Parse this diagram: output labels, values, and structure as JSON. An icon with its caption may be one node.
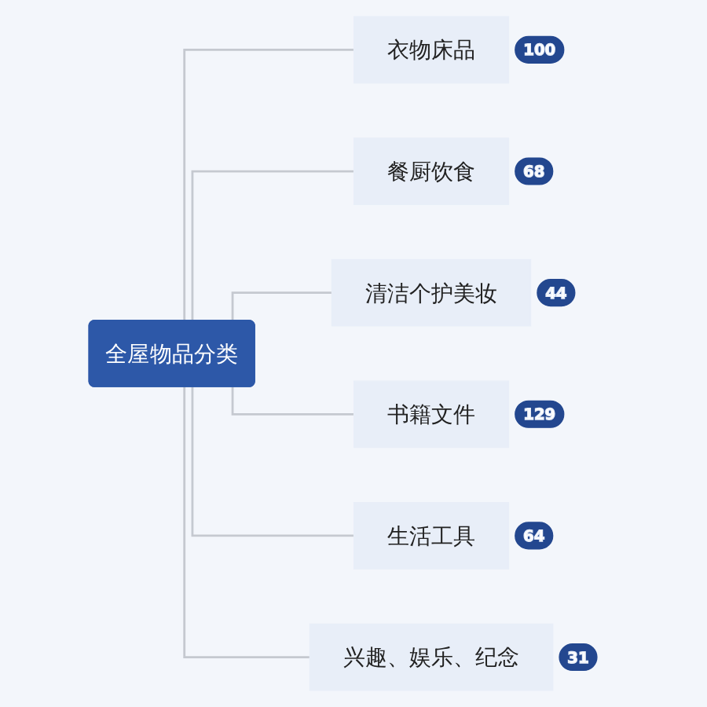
{
  "diagram": {
    "nodes": [
      {
        "text": [
          "全屋物品分类"
        ]
      },
      {
        "text": [
          "衣物床品"
        ],
        "beside": [
          "100"
        ]
      },
      {
        "text": [
          "餐厨饮食"
        ],
        "beside": [
          "68"
        ]
      },
      {
        "text": [
          "清洁个护美妆"
        ],
        "beside": [
          "44"
        ]
      },
      {
        "text": [
          "书籍文件"
        ],
        "beside": [
          "129"
        ]
      },
      {
        "text": [
          "生活工具"
        ],
        "beside": [
          "64"
        ]
      },
      {
        "text": [
          "兴趣、娱乐、纪念"
        ],
        "beside": [
          "31"
        ]
      }
    ],
    "edges": [
      {
        "from": 0,
        "to": 1,
        "arrow": "none"
      },
      {
        "from": 0,
        "to": 2,
        "arrow": "none"
      },
      {
        "from": 0,
        "to": 3,
        "arrow": "none"
      },
      {
        "from": 0,
        "to": 4,
        "arrow": "none"
      },
      {
        "from": 0,
        "to": 5,
        "arrow": "none"
      },
      {
        "from": 0,
        "to": 6,
        "arrow": "none"
      }
    ]
  }
}
